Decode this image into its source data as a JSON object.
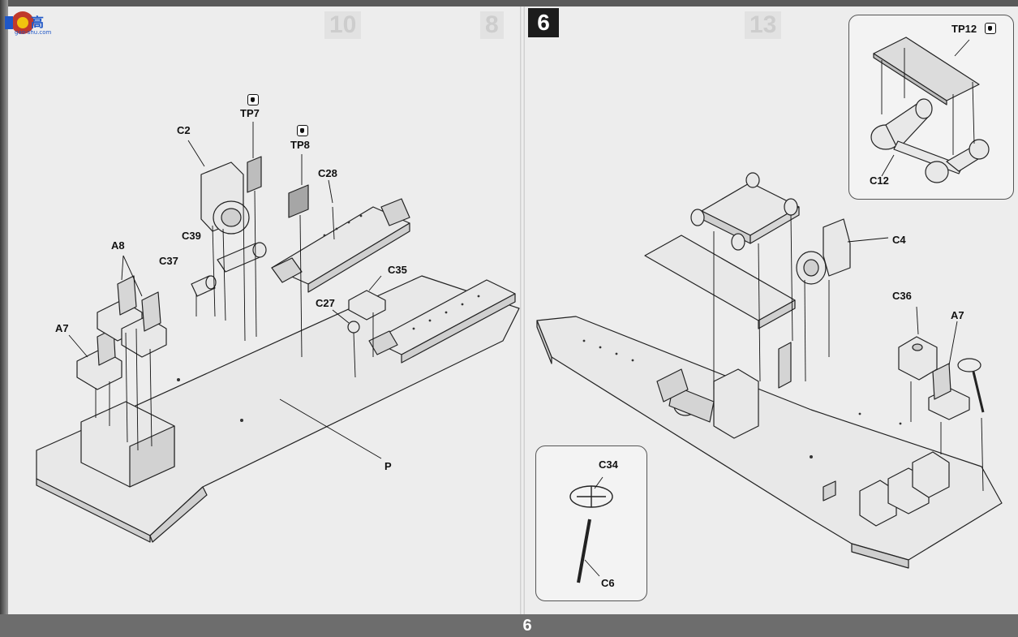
{
  "logo": {
    "text": "高",
    "sub": "gao-shu.com"
  },
  "background_step_numbers": [
    "10",
    "8",
    "13"
  ],
  "step": "6",
  "page_number": "6",
  "left_labels": {
    "tp7": "TP7",
    "c2": "C2",
    "tp8": "TP8",
    "c28": "C28",
    "c39": "C39",
    "a8": "A8",
    "c37": "C37",
    "c35": "C35",
    "c27": "C27",
    "a7": "A7",
    "p": "P"
  },
  "right_labels": {
    "tp12": "TP12",
    "c12": "C12",
    "c4": "C4",
    "c36": "C36",
    "a7": "A7",
    "c34": "C34",
    "c6": "C6"
  }
}
